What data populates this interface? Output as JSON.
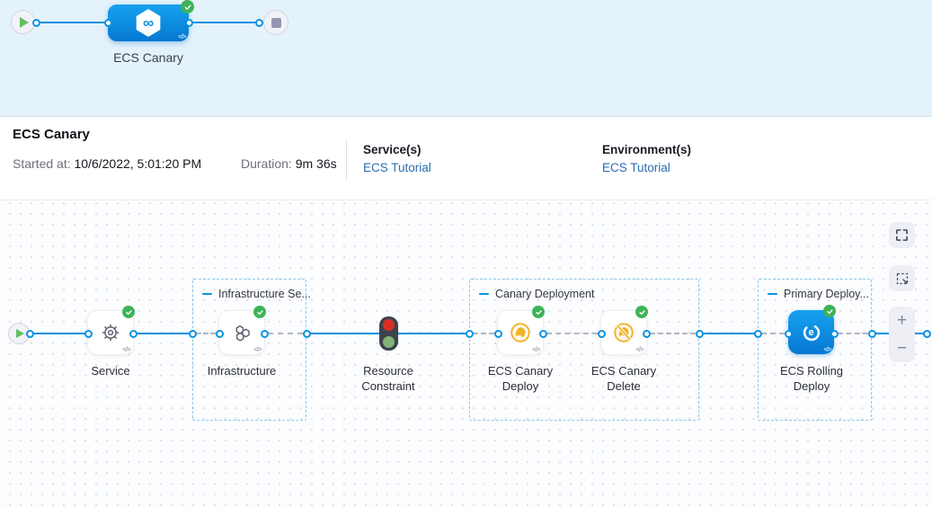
{
  "top_band": {
    "stage_label": "ECS Canary"
  },
  "info_bar": {
    "title": "ECS Canary",
    "started_label": "Started at:",
    "started_value": "10/6/2022, 5:01:20 PM",
    "duration_label": "Duration:",
    "duration_value": "9m 36s",
    "services_label": "Service(s)",
    "services_link": "ECS Tutorial",
    "environments_label": "Environment(s)",
    "environments_link": "ECS Tutorial"
  },
  "canvas": {
    "groups": [
      {
        "label": "Infrastructure Se..."
      },
      {
        "label": "Canary Deployment"
      },
      {
        "label": "Primary Deploy..."
      }
    ],
    "nodes": [
      {
        "label": "Service",
        "icon": "gear-icon",
        "status": "success"
      },
      {
        "label": "Infrastructure",
        "icon": "hexagon-cluster-icon",
        "status": "success"
      },
      {
        "label": "Resource Constraint",
        "icon": "traffic-light-icon",
        "status": "running-gate"
      },
      {
        "label": "ECS Canary Deploy",
        "icon": "canary-icon",
        "status": "success"
      },
      {
        "label": "ECS Canary Delete",
        "icon": "canary-slash-icon",
        "status": "success"
      },
      {
        "label": "ECS Rolling Deploy",
        "icon": "ecs-rolling-icon",
        "status": "success"
      }
    ],
    "controls": {
      "zoom_in": "+",
      "zoom_out": "−"
    }
  },
  "glyphs": {
    "code": "</>",
    "infinity": "∞",
    "ecs_letter": "e"
  },
  "colors": {
    "accent_blue": "#0b92e3",
    "success_green": "#3fb35a",
    "link_blue": "#2b6cb0",
    "canary_yellow": "#f0b429",
    "top_band_bg": "#e3f2fb"
  }
}
